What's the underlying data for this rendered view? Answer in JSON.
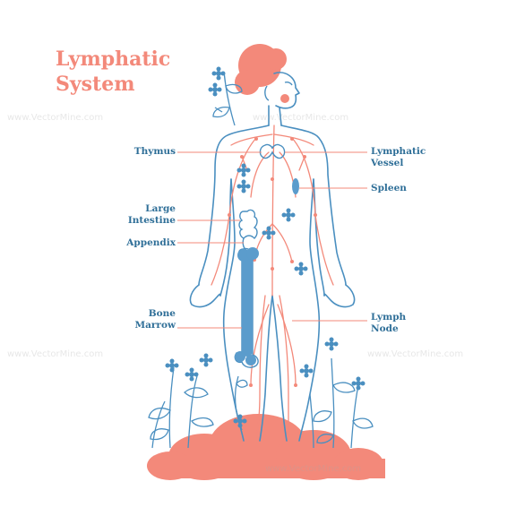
{
  "title": {
    "line1": "Lymphatic",
    "line2": "System"
  },
  "labels": {
    "thymus": "Thymus",
    "lymphatic_vessel_1": "Lymphatic",
    "lymphatic_vessel_2": "Vessel",
    "spleen": "Spleen",
    "large_intestine_1": "Large",
    "large_intestine_2": "Intestine",
    "appendix": "Appendix",
    "bone_marrow_1": "Bone",
    "bone_marrow_2": "Marrow",
    "lymph_node_1": "Lymph",
    "lymph_node_2": "Node"
  },
  "watermark": "www.VectorMine.com",
  "colors": {
    "accent_salmon": "#f3897a",
    "line_blue": "#4a8fc0",
    "label_blue": "#2f6f98",
    "background": "#ffffff"
  }
}
